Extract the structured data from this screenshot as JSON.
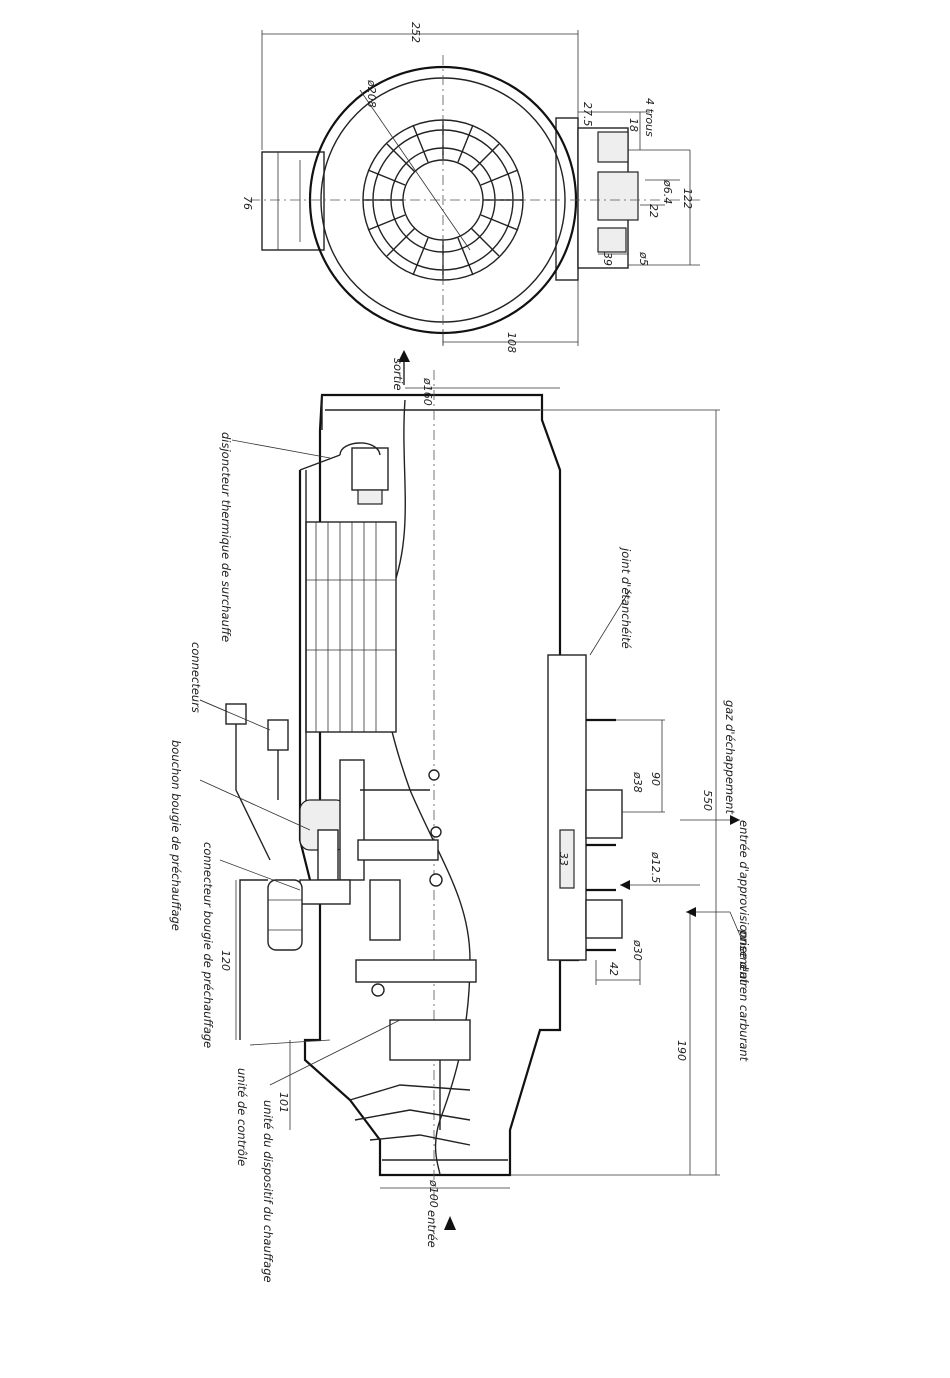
{
  "top_view": {
    "dimensions": {
      "overall_width": "252",
      "fan_diameter": "ø208",
      "d_275": "27.5",
      "d_18": "18",
      "holes": "4 trous",
      "d_64": "ø6.4",
      "d_122": "122",
      "d_22": "22",
      "d_39": "39",
      "d_m5": "ø5",
      "d_108": "108",
      "d_side": "76"
    }
  },
  "side_view": {
    "dimensions": {
      "outlet_diameter": "ø160",
      "inlet_diameter": "ø100",
      "total_length": "550",
      "body_length": "190",
      "d_90": "90",
      "d_38": "ø38",
      "d_33": "33",
      "d_125": "ø12.5",
      "d_30": "ø30",
      "d_42": "42",
      "d_120": "120",
      "d_101": "101"
    },
    "labels": {
      "outlet": "sortie",
      "inlet": "entrée",
      "thermal_switch": "disjoncteur thermique de surchauffe",
      "connectors": "connecteurs",
      "glow_plug_cap": "bouchon bougie de préchauffage",
      "glow_plug_connector": "connecteur bougie de préchauffage",
      "control_unit": "unité de contrôle",
      "heater_unit": "unité du dispositif du chauffage",
      "gasket": "joint d'étanchéité",
      "exhaust": "gaz d'échappement",
      "fuel_inlet": "entrée d'approvisionnement en carburant",
      "air_intake": "prise d'air"
    }
  }
}
